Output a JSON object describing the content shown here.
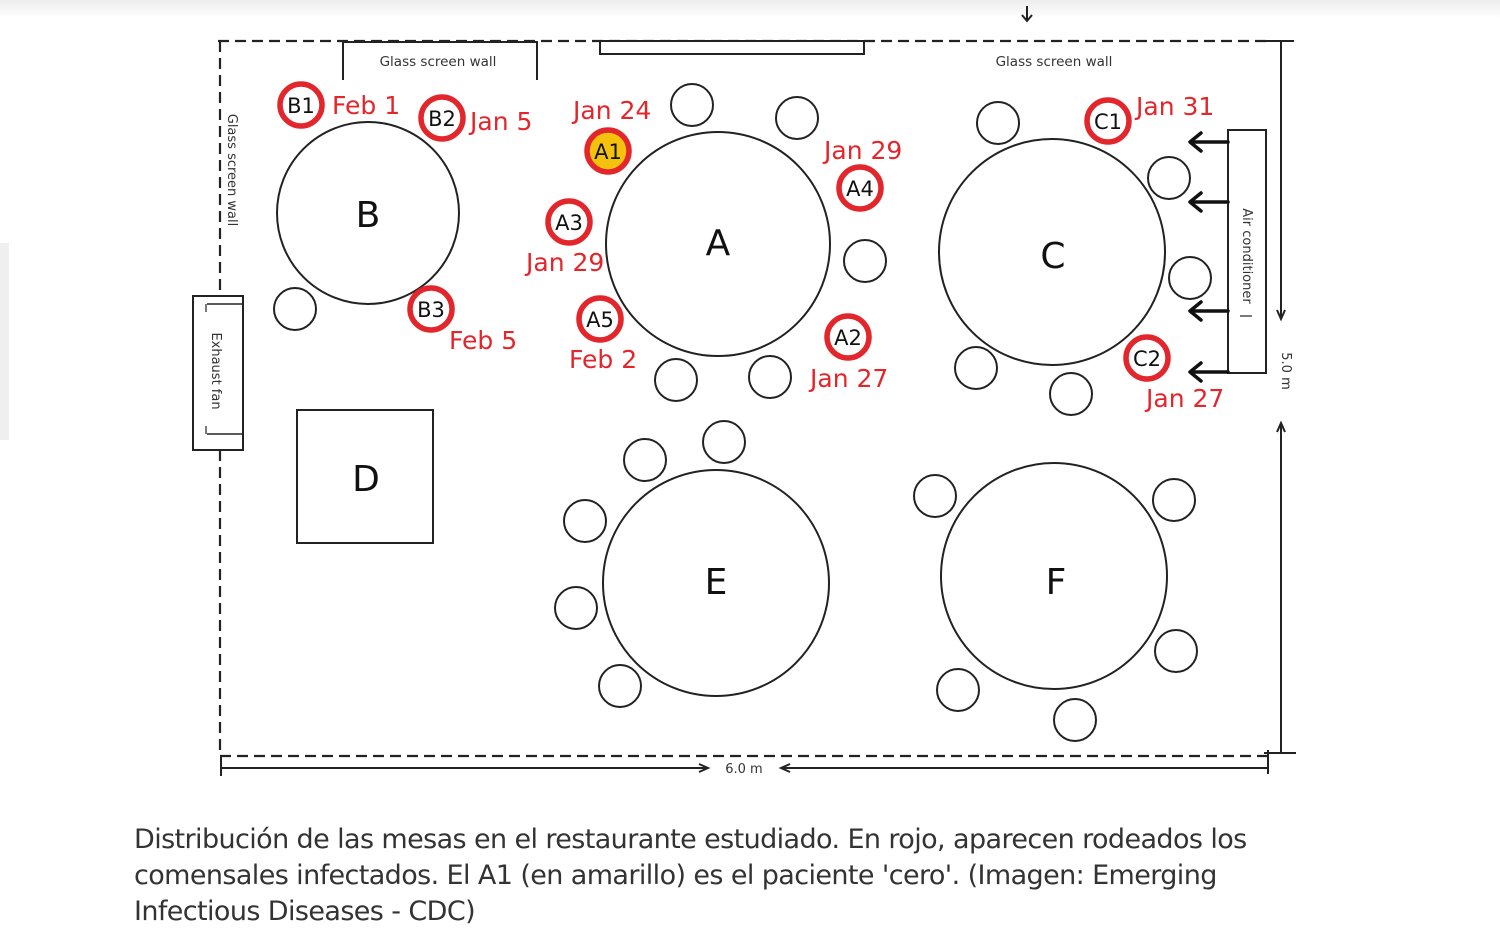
{
  "figure": {
    "walls": {
      "glass_wall_top_left": "Glass screen wall",
      "glass_wall_top_right": "Glass screen wall",
      "glass_wall_left": "Glass screen wall",
      "exhaust_fan": "Exhaust fan",
      "air_conditioner": "Air conditioner"
    },
    "dimensions": {
      "width": "6.0 m",
      "height": "5.0 m"
    },
    "tables": [
      "A",
      "B",
      "C",
      "D",
      "E",
      "F"
    ],
    "infected_diners": [
      {
        "id": "A1",
        "date": "Jan 24",
        "index_patient": true
      },
      {
        "id": "A2",
        "date": "Jan 27"
      },
      {
        "id": "A3",
        "date": "Jan 29"
      },
      {
        "id": "A4",
        "date": "Jan 29"
      },
      {
        "id": "A5",
        "date": "Feb 2"
      },
      {
        "id": "B1",
        "date": "Feb 1"
      },
      {
        "id": "B2",
        "date": "Jan 5"
      },
      {
        "id": "B3",
        "date": "Feb 5"
      },
      {
        "id": "C1",
        "date": "Jan 31"
      },
      {
        "id": "C2",
        "date": "Jan 27"
      }
    ],
    "colors": {
      "infected_ring": "#e3262b",
      "label_red": "#e3262b",
      "index_fill": "#f4c20d",
      "lines": "#222222"
    }
  },
  "caption": "Distribución de las mesas en el restaurante estudiado. En rojo, aparecen rodeados los comensales infectados. El A1 (en amarillo) es el paciente 'cero'. (Imagen: Emerging Infectious Diseases - CDC)"
}
